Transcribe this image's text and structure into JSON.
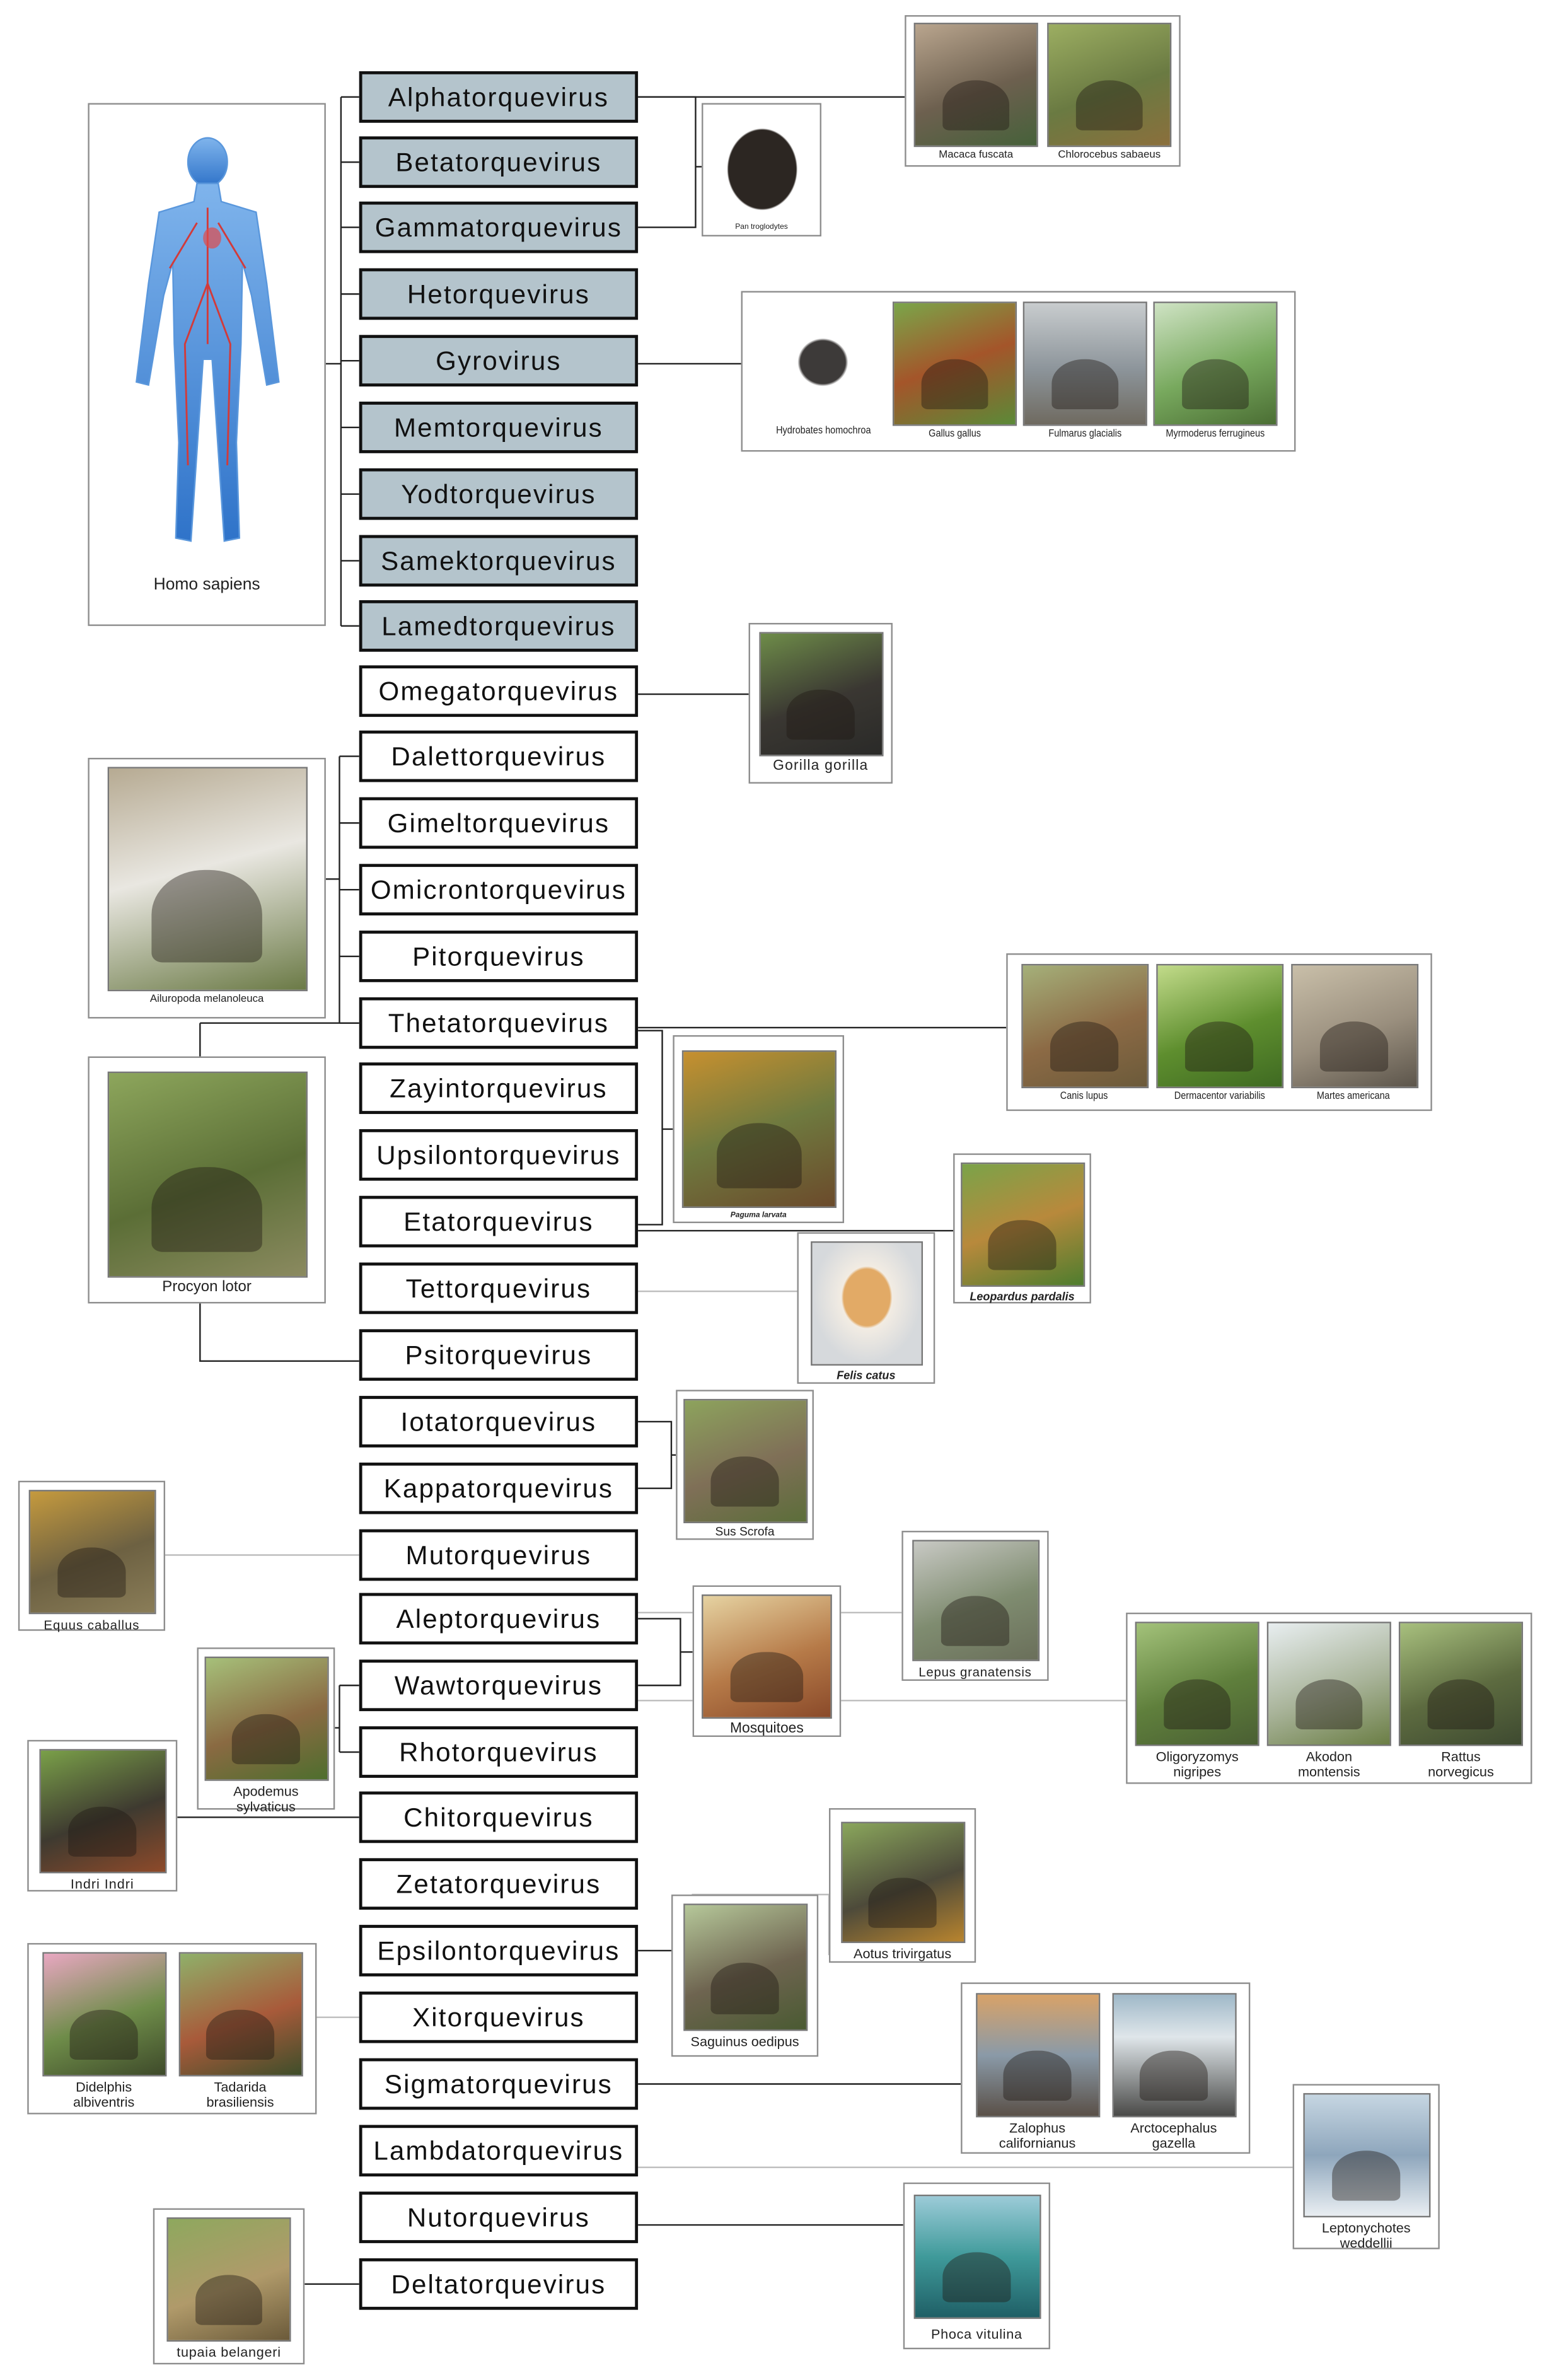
{
  "genera": [
    {
      "label": "Alphatorquevirus",
      "human": true
    },
    {
      "label": "Betatorquevirus",
      "human": true
    },
    {
      "label": "Gammatorquevirus",
      "human": true
    },
    {
      "label": "Hetorquevirus",
      "human": true
    },
    {
      "label": "Gyrovirus",
      "human": true
    },
    {
      "label": "Memtorquevirus",
      "human": true
    },
    {
      "label": "Yodtorquevirus",
      "human": true
    },
    {
      "label": "Samektorquevirus",
      "human": true
    },
    {
      "label": "Lamedtorquevirus",
      "human": true
    },
    {
      "label": "Omegatorquevirus",
      "human": false
    },
    {
      "label": "Dalettorquevirus",
      "human": false
    },
    {
      "label": "Gimeltorquevirus",
      "human": false
    },
    {
      "label": "Omicrontorquevirus",
      "human": false
    },
    {
      "label": "Pitorquevirus",
      "human": false
    },
    {
      "label": "Thetatorquevirus",
      "human": false
    },
    {
      "label": "Zayintorquevirus",
      "human": false
    },
    {
      "label": "Upsilontorquevirus",
      "human": false
    },
    {
      "label": "Etatorquevirus",
      "human": false
    },
    {
      "label": "Tettorquevirus",
      "human": false
    },
    {
      "label": "Psitorquevirus",
      "human": false
    },
    {
      "label": "Iotatorquevirus",
      "human": false
    },
    {
      "label": "Kappatorquevirus",
      "human": false
    },
    {
      "label": "Mutorquevirus",
      "human": false
    },
    {
      "label": "Aleptorquevirus",
      "human": false
    },
    {
      "label": "Wawtorquevirus",
      "human": false
    },
    {
      "label": "Rhotorquevirus",
      "human": false
    },
    {
      "label": "Chitorquevirus",
      "human": false
    },
    {
      "label": "Zetatorquevirus",
      "human": false
    },
    {
      "label": "Epsilontorquevirus",
      "human": false
    },
    {
      "label": "Xitorquevirus",
      "human": false
    },
    {
      "label": "Sigmatorquevirus",
      "human": false
    },
    {
      "label": "Lambdatorquevirus",
      "human": false
    },
    {
      "label": "Nutorquevirus",
      "human": false
    },
    {
      "label": "Deltatorquevirus",
      "human": false
    }
  ],
  "hosts": {
    "homo_sapiens": "Homo sapiens",
    "macaca_fuscata": "Macaca fuscata",
    "chlorocebus_sabaeus": "Chlorocebus sabaeus",
    "pan_troglodytes": "Pan troglodytes",
    "hydrobates_homochroa": "Hydrobates homochroa",
    "gallus_gallus": "Gallus gallus",
    "fulmarus_glacialis": "Fulmarus glacialis",
    "myrmoderus_ferrugineus": "Myrmoderus ferrugineus",
    "gorilla_gorilla": "Gorilla gorilla",
    "ailuropoda_melanoleuca": "Ailuropoda melanoleuca",
    "canis_lupus": "Canis lupus",
    "dermacentor_variabilis": "Dermacentor variabilis",
    "martes_americana": "Martes americana",
    "paguma_larvata": "Paguma larvata",
    "procyon_lotor": "Procyon lotor",
    "leopardus_pardalis": "Leopardus pardalis",
    "felis_catus": "Felis catus",
    "sus_scrofa": "Sus Scrofa",
    "equus_caballus": "Equus caballus",
    "lepus_granatensis": "Lepus granatensis",
    "mosquitoes": "Mosquitoes",
    "oligoryzomys_nigripes": "Oligoryzomys nigripes",
    "akodon_montensis": "Akodon montensis",
    "rattus_norvegicus": "Rattus norvegicus",
    "apodemus_sylvaticus": "Apodemus sylvaticus",
    "indri_indri": "Indri Indri",
    "aotus_trivirgatus": "Aotus trivirgatus",
    "saguinus_oedipus": "Saguinus oedipus",
    "didelphis_albiventris": "Didelphis albiventris",
    "tadarida_brasiliensis": "Tadarida brasiliensis",
    "zalophus_californianus": "Zalophus californianus",
    "arctocephalus_gazella": "Arctocephalus gazella",
    "leptonychotes_weddellii": "Leptonychotes weddellii",
    "phoca_vitulina": "Phoca vitulina",
    "tupaia_belangeri": "tupaia belangeri"
  }
}
